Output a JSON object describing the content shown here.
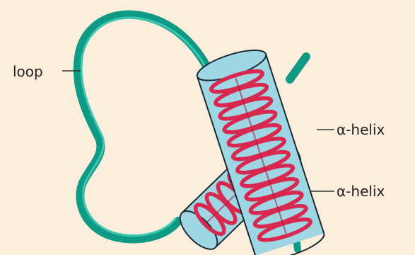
{
  "colors": {
    "background": "#fbeedd",
    "loop": "#0f9a85",
    "loop_highlight": "#3cc7b0",
    "cylinder_fill": "#9fd6e3",
    "cylinder_stroke": "#1b2b33",
    "helix": "#d9284f",
    "helix_dark": "#a8163a",
    "leader": "#333333"
  },
  "labels": {
    "loop": "loop",
    "helix_top": "α-helix",
    "helix_bottom": "α-helix"
  }
}
